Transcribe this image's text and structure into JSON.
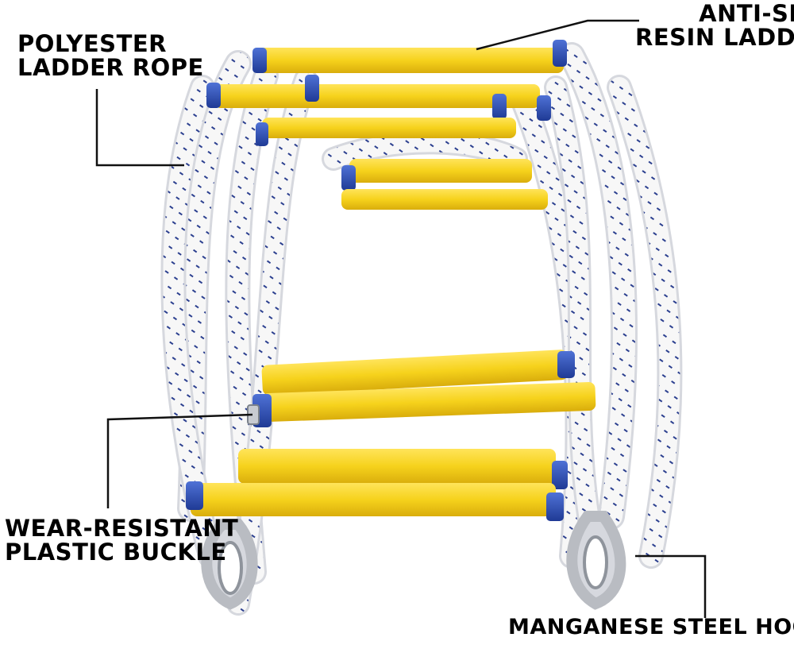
{
  "labels": {
    "rope": [
      "POLYESTER",
      "LADDER ROPE"
    ],
    "resin": [
      "ANTI-SLIP",
      "RESIN LADDER"
    ],
    "buckle": [
      "WEAR-RESISTANT",
      "PLASTIC BUCKLE"
    ],
    "hook": [
      "MANGANESE STEEL HOOK"
    ]
  },
  "colors": {
    "rung_yellow": "#f6d21c",
    "rung_shadow": "#d9ad0c",
    "cap_blue": "#2c4fb8",
    "rope_white": "#f7f7f7",
    "rope_shadow": "#d6d8de",
    "rope_dash": "#2b3f8f",
    "hook_metal": "#b9bcc2"
  }
}
